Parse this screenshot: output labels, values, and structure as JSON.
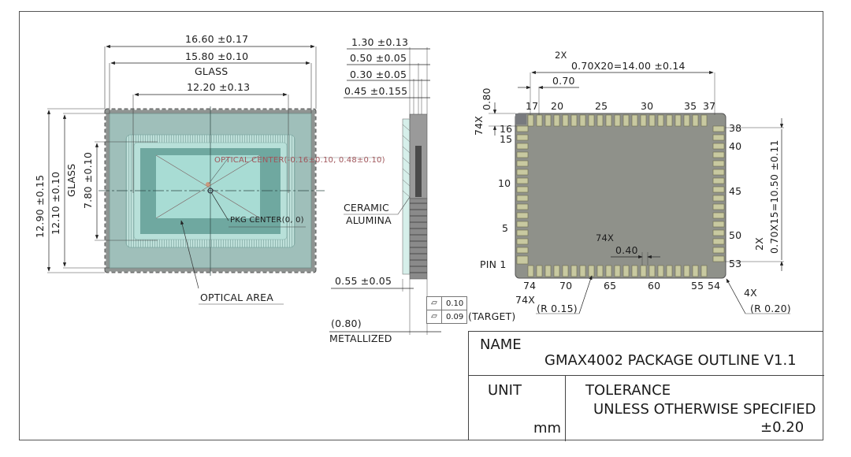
{
  "drawing": {
    "title": "GMAX4002 PACKAGE OUTLINE V1.1",
    "top_view": {
      "width_overall": "16.60 ±0.17",
      "width_glass": "15.80 ±0.10",
      "glass_label": "GLASS",
      "optical_width": "12.20 ±0.13",
      "height_overall": "12.90 ±0.15",
      "height_glass": "12.10 ±0.10",
      "height_glass_label": "GLASS",
      "optical_height": "7.80 ±0.10",
      "optical_center": "OPTICAL CENTER(-0.16±0.10, 0.48±0.10)",
      "pkg_center": "PKG CENTER(0, 0)",
      "optical_area": "OPTICAL AREA"
    },
    "side_view": {
      "dims": [
        "1.30 ±0.13",
        "0.50 ±0.05",
        "0.30 ±0.05",
        "0.45 ±0.155"
      ],
      "material_line1": "CERAMIC",
      "material_line2": "ALUMINA",
      "glass_thickness": "0.55 ±0.05",
      "flatness_1": "0.10",
      "flatness_2": "0.09",
      "flatness_note": "(TARGET)",
      "metallized_dim": "(0.80)",
      "metallized_label": "METALLIZED"
    },
    "bottom_view": {
      "count_2x_top": "2X",
      "pitch_top": "0.70X20=14.00 ±0.14",
      "pitch": "0.70",
      "pad_len_count": "74X",
      "pad_len": "0.80",
      "top_pins": [
        "17",
        "20",
        "25",
        "30",
        "35",
        "37"
      ],
      "left_pins": [
        "16",
        "15",
        "10",
        "5"
      ],
      "pin1_label": "PIN 1",
      "right_pins": [
        "38",
        "40",
        "45",
        "50",
        "53"
      ],
      "bottom_pins": [
        "74",
        "70",
        "65",
        "60",
        "55",
        "54"
      ],
      "pad_width_count": "74X",
      "pad_width": "0.40",
      "pitch_right_count": "2X",
      "pitch_right": "0.70X15=10.50 ±0.11",
      "radius_pad_count": "74X",
      "radius_pad": "(R 0.15)",
      "radius_corner_count": "4X",
      "radius_corner": "(R 0.20)"
    },
    "title_block": {
      "name_label": "NAME",
      "name_value": "GMAX4002 PACKAGE OUTLINE V1.1",
      "unit_label": "UNIT",
      "unit_value": "mm",
      "tolerance_label": "TOLERANCE",
      "tolerance_note": "UNLESS OTHERWISE SPECIFIED",
      "tolerance_value": "±0.20"
    },
    "colors": {
      "package_gray": "#8f9492",
      "glass_teal": "#9fcfc8",
      "die_teal": "#6fa8a0",
      "optical_teal": "#a8dcd4",
      "pad_olive": "#c8c9a0",
      "ceramic_dark": "#6e6e6e"
    }
  }
}
